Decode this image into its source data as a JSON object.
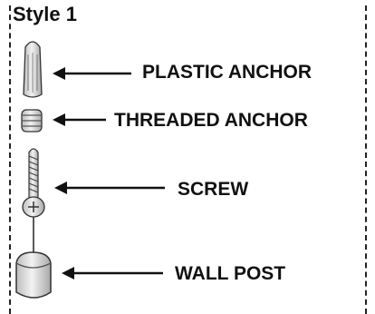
{
  "title": "Style 1",
  "labels": {
    "plastic_anchor": "PLASTIC ANCHOR",
    "threaded_anchor": "THREADED ANCHOR",
    "screw": "SCREW",
    "wall_post": "WALL POST"
  }
}
